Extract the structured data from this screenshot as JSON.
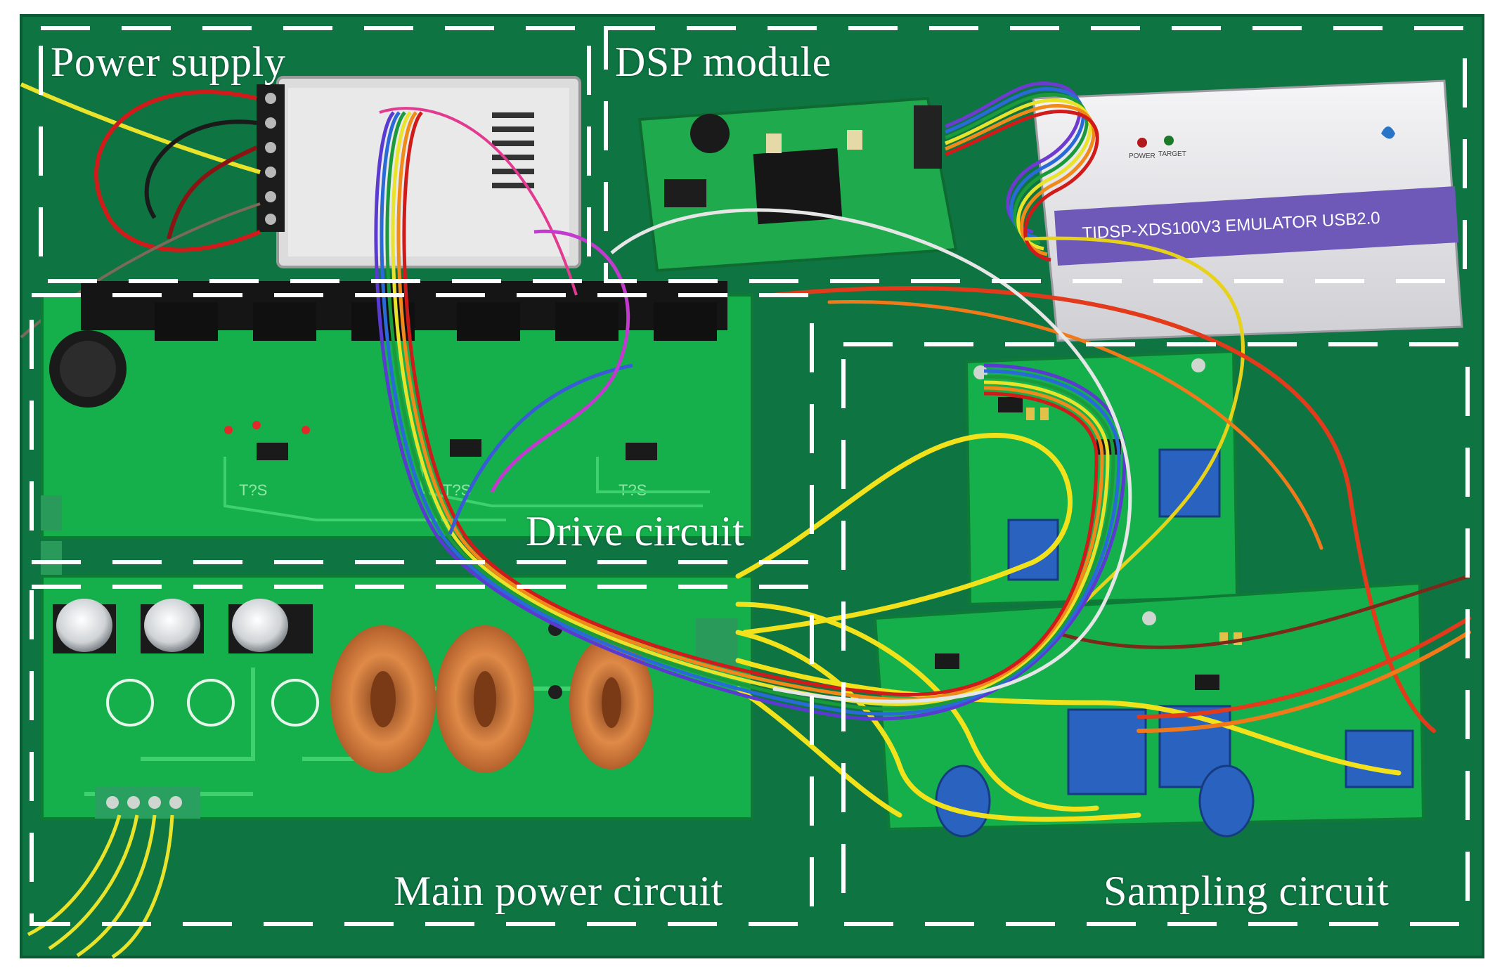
{
  "photo": {
    "labels": {
      "power_supply": "Power supply",
      "dsp_module": "DSP module",
      "drive_circuit": "Drive circuit",
      "main_power_circuit": "Main power circuit",
      "sampling_circuit": "Sampling circuit"
    },
    "emulator": {
      "model_text": "TIDSP-XDS100V3   EMULATOR   USB2.0",
      "led_labels": [
        "POWER",
        "TARGET"
      ]
    },
    "pcb_silkscreen": {
      "ic_marks": [
        "T?S",
        "T?S",
        "T?S"
      ]
    },
    "colors": {
      "background_board": "#0f7a44",
      "pcb": "#14b24e",
      "frame_lines": "#ffffff",
      "inductor_copper": "#d07a3c",
      "yellow_wire": "#f2e21b",
      "emulator_body": "#e8e8ec",
      "emulator_band": "#6e58b8"
    }
  }
}
